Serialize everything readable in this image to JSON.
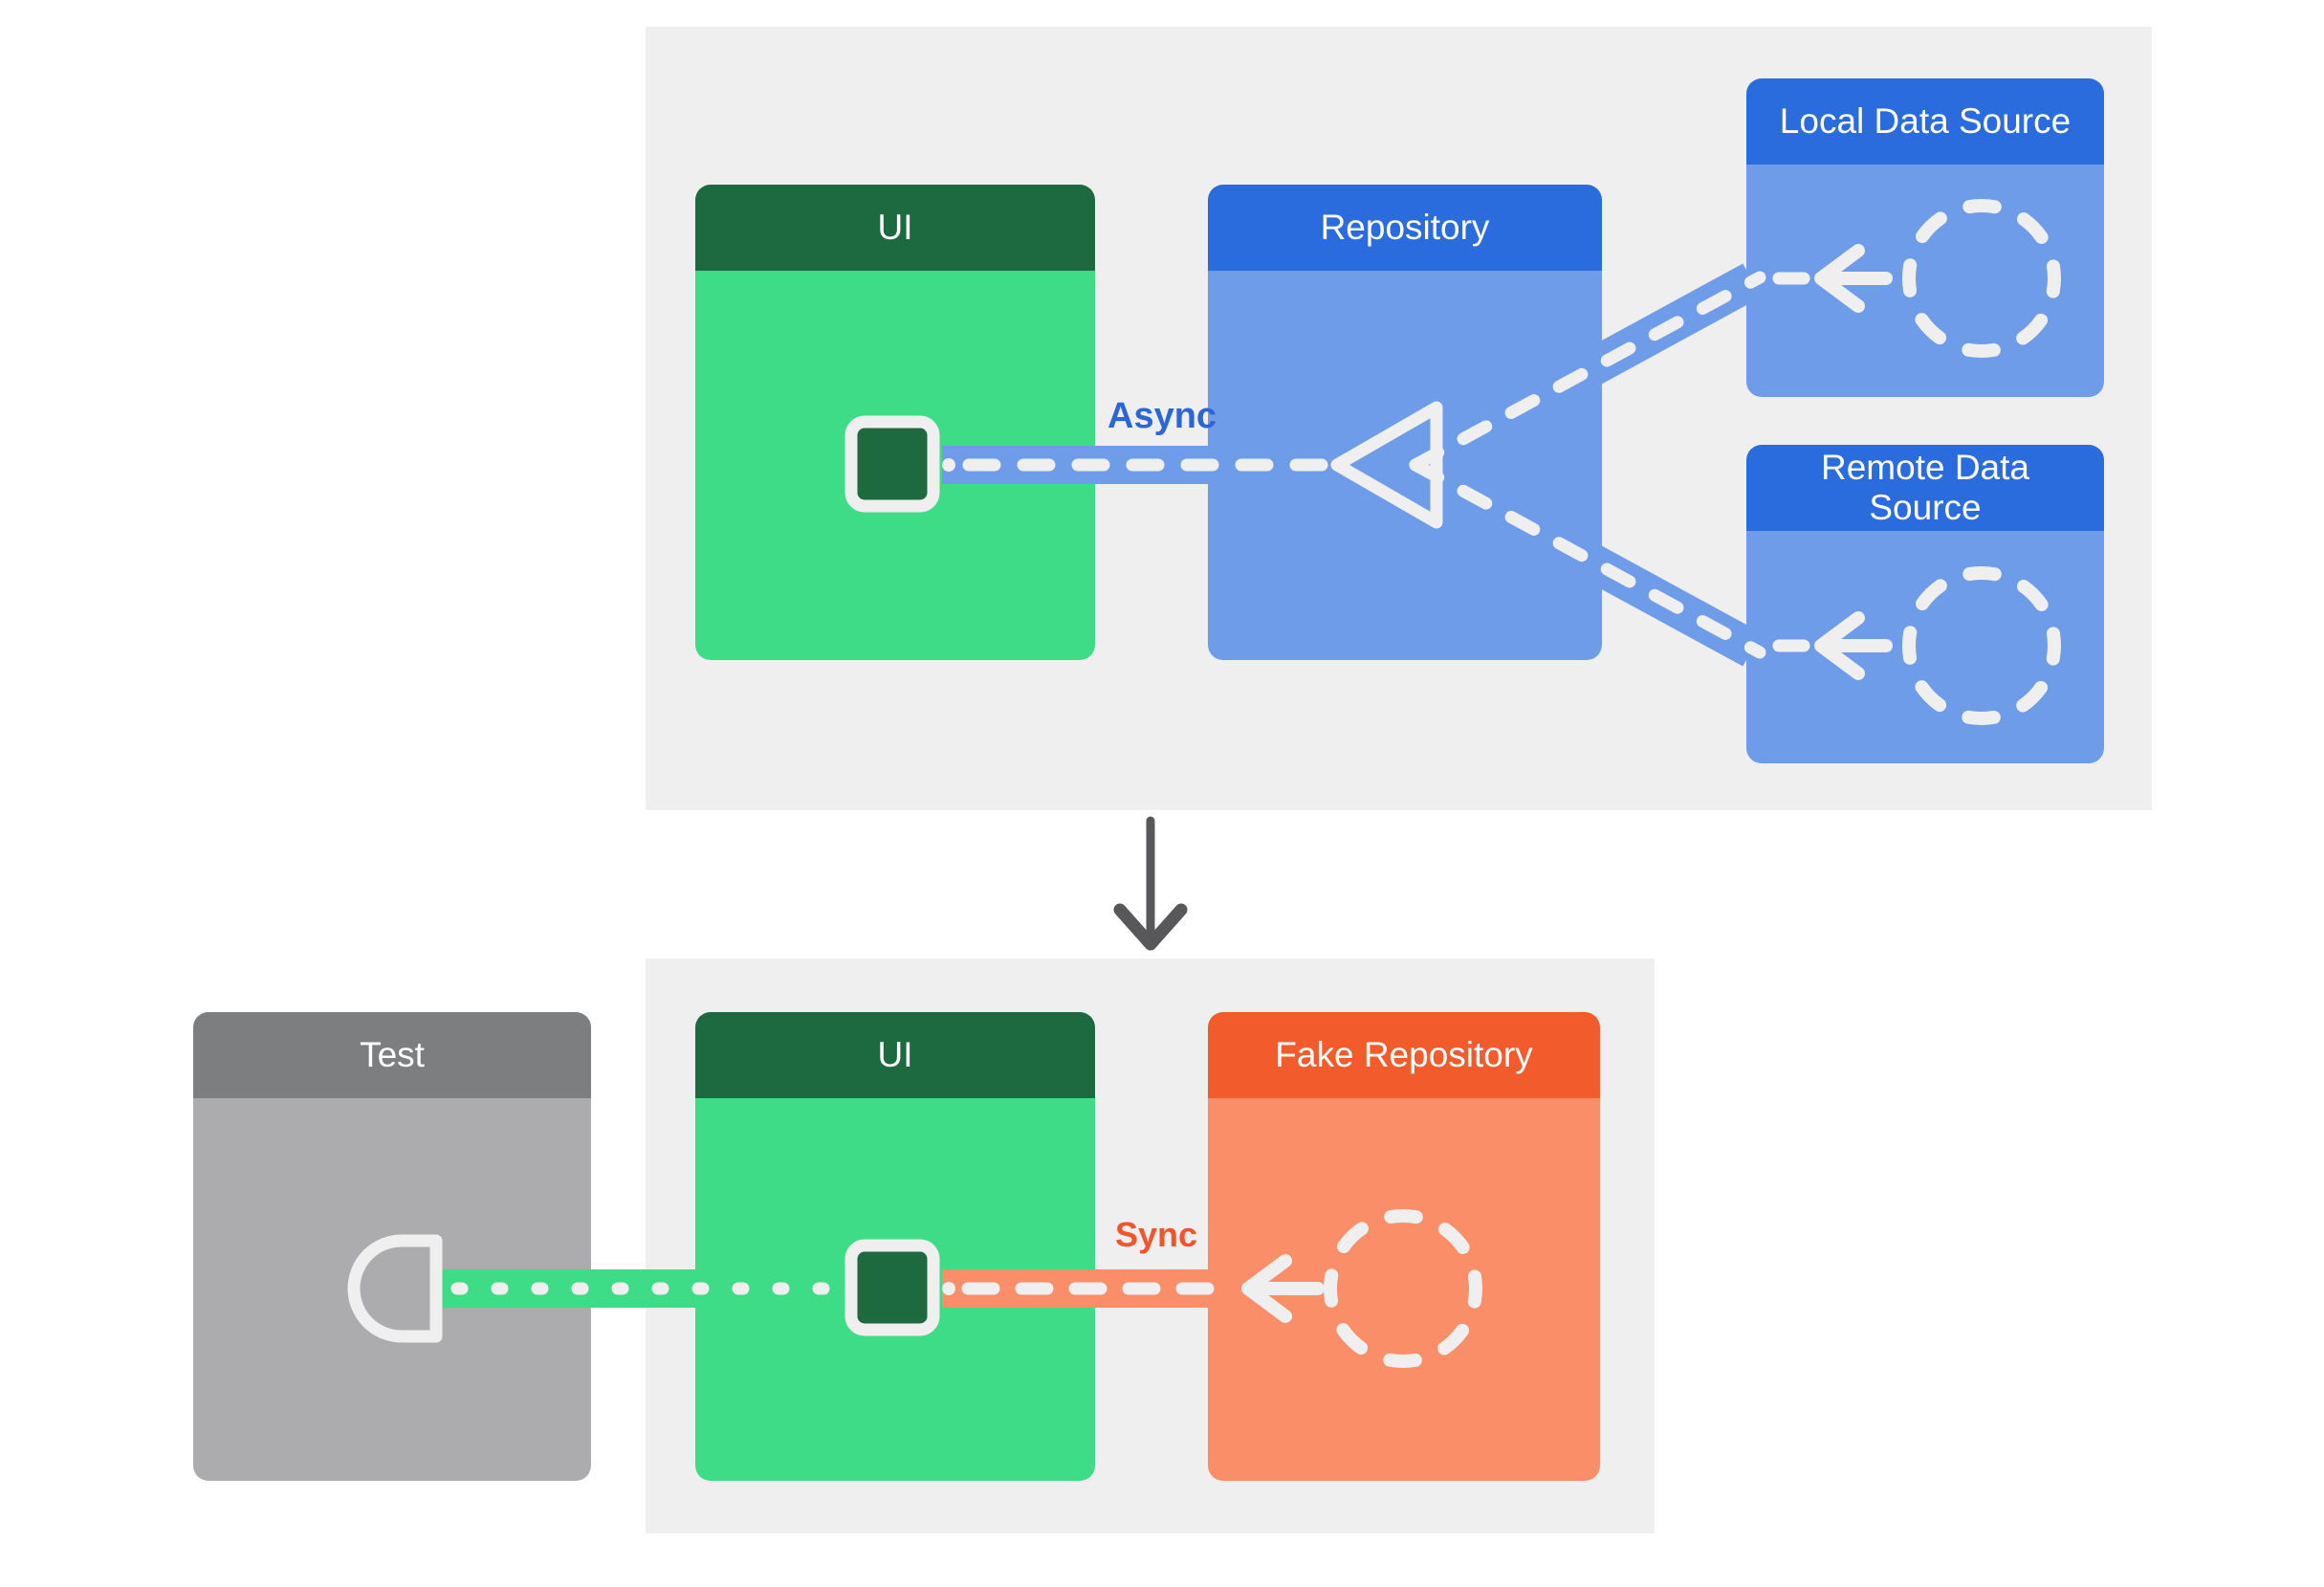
{
  "top_section": {
    "ui": {
      "title": "UI"
    },
    "repository": {
      "title": "Repository"
    },
    "local_data_source": {
      "title": "Local Data Source"
    },
    "remote_data_source": {
      "title": "Remote Data Source"
    },
    "async_label": "Async"
  },
  "bottom_section": {
    "test": {
      "title": "Test"
    },
    "ui": {
      "title": "UI"
    },
    "fake_repository": {
      "title": "Fake Repository"
    },
    "sync_label": "Sync"
  },
  "icons": {
    "flow_triangle": "merge-triangle-icon",
    "data_source_circle": "dashed-circle-icon",
    "left_arrow": "left-arrow-icon",
    "ui_connector": "connector-square-icon",
    "test_probe": "test-probe-icon",
    "down_arrow": "down-arrow-icon"
  },
  "colors": {
    "panel_background": "#efefef",
    "ui_header_green": "#1d6a40",
    "ui_body_green": "#3edc86",
    "repository_header_blue": "#2a6bdd",
    "repository_body_blue": "#6f9ce9",
    "fake_repository_header_orange": "#f25b2b",
    "fake_repository_body_orange": "#f98e68",
    "test_header_gray": "#7d7e80",
    "test_body_gray": "#acacae",
    "connector_dash_white": "#efefef",
    "async_label_blue": "#2b66d9",
    "sync_label_orange": "#f4542c",
    "transition_arrow_gray": "#58585a"
  }
}
